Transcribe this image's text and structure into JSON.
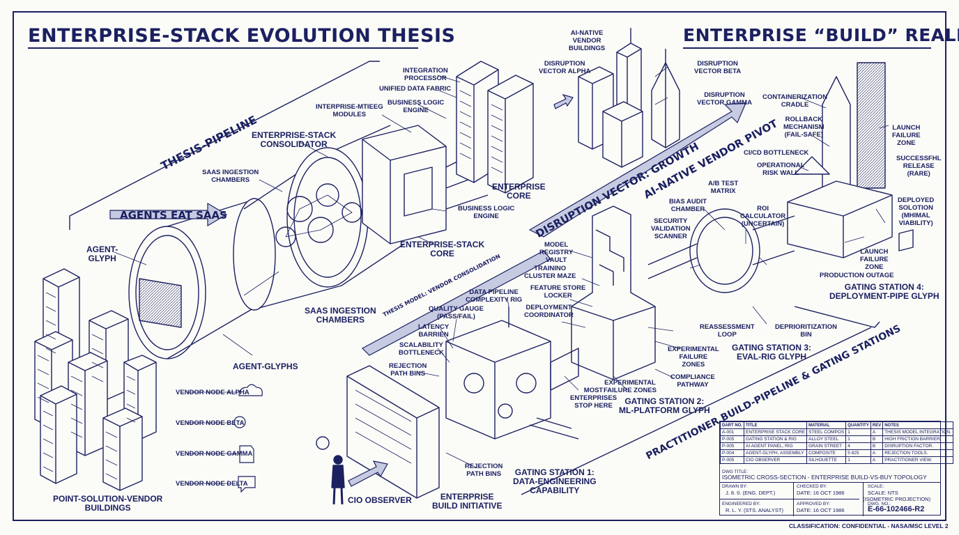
{
  "title_left": "ENTERPRISE-STACK EVOLUTION THESIS",
  "title_right": "ENTERPRISE “BUILD” REALITY",
  "pipeline_labels": {
    "thesis_pipeline": "THESIS-PIPELINE",
    "agents_eat_saas": "AGENTS EAT SAAS",
    "disruption_growth": "DISRUPTION VECTOR: GROWTH",
    "ai_native_pivot": "AI-NATIVE VENDOR PIVOT",
    "thesis_model": "THESIS MODEL: VENDOR CONSOLIDATION",
    "practitioner": "PRACTITIONER BUILD-PIPELINE & GATING STATIONS"
  },
  "labels": {
    "ai_native_vendor_buildings": "AI-NATIVE\nVENDOR\nBUILDINGS",
    "disruption_vector_alpha": "DISRUPTION\nVECTOR ALPHA",
    "disruption_vector_beta": "DISRUPTION\nVECTOR BETA",
    "disruption_vector_gamma": "DISRUPTION\nVECTOR GAMMA",
    "integration_processor": "INTEGRATION\nPROCESSOR",
    "unified_data_fabric": "UNIFIED DATA FABRIC",
    "business_logic_engine_top": "BUSINESS LOGIC\nENGINE",
    "enterprise_mtieeg_modules": "INTERPRISE-MTIEEG\nMODULES",
    "enterprise_stack_consolidator": "ENTERPRISE-STACK\nCONSOLIDATOR",
    "saas_ingestion_chambers_top": "SAAS INGESTION\nCHAMBERS",
    "enterprise_core": "ENTERPRISE\nCORE",
    "business_logic_engine_bottom": "BUSINESS LOGIC\nENGINE",
    "enterprise_stack_core": "ENTERPRISE-STACK\nCORE",
    "agent_glyph": "AGENT-\nGLYPH",
    "saas_ingestion_chambers_bottom": "SAAS INGESTION\nCHAMBERS",
    "agent_glyphs": "AGENT-GLYPHS",
    "vendor_node_alpha": "VENDOR NODE ALPHA",
    "vendor_node_beta": "VENDOR NODE BETA",
    "vendor_node_gamma": "VENDOR NODE GAMMA",
    "vendor_node_delta": "VENDOR NODE DELTA",
    "point_solution_vendor_buildings": "POINT-SOLUTION-VENDOR\nBUILDINGS",
    "containerization_cradle": "CONTAINERIZATION\nCRADLE",
    "rollback_mechanism": "ROLLBACK\nMECHANISM\n(FAIL-SAFE)",
    "launch_failure_zone_top": "LAUNCH\nFAILURE\nZONE",
    "cicd_bottleneck": "CI/CD BOTTLENECK",
    "successful_release": "SUCCESSFHL\nRELEASE\n(RARE)",
    "operational_risk_wall": "OPERATIONAL\nRISK WALL",
    "ab_test_matrix": "A/B TEST\nMATRIX",
    "roi_calculator": "ROI\nCALCULATOR\n(UNCERTAIN)",
    "bias_audit_chamber": "BIAS AUDIT\nCHAMBER",
    "security_validation_scanner": "SECURITY\nVALIDATION\nSCANNER",
    "deployed_solution": "DEPLOYED\nSOLOTION\n(MHIMAL\nVIABILITY)",
    "launch_failure_zone_bottom": "LAUNCH\nFAILURE\nZONE",
    "production_outage": "PRODUCTION OUTAGE",
    "model_registry_vault": "MODEL\nREGISTRY\nVAULT",
    "training_cluster_maze": "TRAININO\nCLUSTER MAZE",
    "feature_store_locker": "FEATURE STORE\nLOCKER",
    "deployment_coordinator": "DEPLOYMENT\nCOORDINATOR",
    "data_pipeline_complexity_rig": "DATA PIPELINE\nCOMPLEXITY RIG",
    "quality_gauge": "QUALITY GAUGE\n(PASS/FAIL)",
    "latency_barrien": "LATENCY\nBARRIEN",
    "scalability_bottleneck": "SCALABILITY\nBOTTLENECK",
    "rejection_path_bins_top": "REJECTION\nPATH BINS",
    "reassessment_loop": "REASSESSMENT\nLOOP",
    "deprioritization_bin": "DEPRIORITIZATION\nBIN",
    "experimental_failure_zones_right": "EXPERIMENTAL\nFAILURE\nZONES",
    "compliance_pathway": "COMPLIANCE\nPATHWAY",
    "experimental_failure_zones_mid": "EXPERIMENTAL\nFAILURE ZONES",
    "most_enterprises_stop_here": "MOST\nENTERPRISES\nSTOP HERE",
    "rejection_path_bins_bottom": "REJECTION\nPATH BINS",
    "cio_observer": "CIO OBSERVER",
    "enterprise_build_initiative": "ENTERPRISE\nBUILD INITIATIVE"
  },
  "stations": {
    "s1": "GATING STATION 1:\nDATA-ENGINEERING\nCAPABILITY",
    "s2": "GATING STATION 2:\nML-PLATFORM GLYPH",
    "s3": "GATING STATION 3:\nEVAL-RIG GLYPH",
    "s4": "GATING STATION 4:\nDEPLOYMENT-PIPE GLYPH"
  },
  "title_block": {
    "columns": [
      "DART NO.",
      "TITLE",
      "MATERIAL",
      "QUANTITY",
      "REV",
      "NOTES"
    ],
    "rows": [
      [
        "A-001",
        "ENTERPRISE STACK CORE",
        "STEEL COMPOS",
        "1",
        "A",
        "THESIS MODEL INTEGRATION."
      ],
      [
        "P-005",
        "GATING STATION & RIG",
        "ALLOY STEEL",
        "1",
        "B",
        "HIGH FRICTION BARRIER."
      ],
      [
        "P-005",
        "AI AGENT PANEL, RIG",
        "GRAIN STREET",
        "4",
        "B",
        "DISRUPTION FACTOR."
      ],
      [
        "P-004",
        "AGENT-GLYPH, ASSEMBLY",
        "COMPOSITE",
        "5 825",
        "A",
        "REJECTION TOOLS."
      ],
      [
        "P-005",
        "CIO OBSERVER",
        "SILHOUETTE",
        "1",
        "A",
        "PRACTITIONER VIEW."
      ]
    ],
    "dwg_title_label": "DWG TITLE:",
    "dwg_title": "ISOMETRIC CROSS-SECTION - ENTERPRISE BUILD-VS-BUY TOPOLOGY",
    "drawn_by_label": "DRAWN BY:",
    "drawn_by": "J. 8. 0. (ENG. DEPT.)",
    "checked_by_label": "CHECKED BY:",
    "checked_date": "DATE: 16 OCT 1986",
    "scale_label": "SCALE:",
    "scale": "SCALE: NTS",
    "projection": "(ISOMETRIC PROJECTION)",
    "engineered_by_label": "ENGINEERED BY:",
    "engineered_by": "R. L. Y. (STS. ANALYST)",
    "approved_by_label": "APPROVED BY:",
    "approved_date": "DATE: 16 OCT 1986",
    "dwg_no_label": "DWG. NO.:",
    "dwg_no": "E-66-102466-R2"
  },
  "classification": "CLASSIFICATION: CONFIDENTIAL - NASA/MSC LEVEL 2",
  "colors": {
    "ink": "#1b2060",
    "paper": "#fbfbf8",
    "arrow_fill": "#9aa0c8",
    "shade": "#c7cbe2"
  }
}
